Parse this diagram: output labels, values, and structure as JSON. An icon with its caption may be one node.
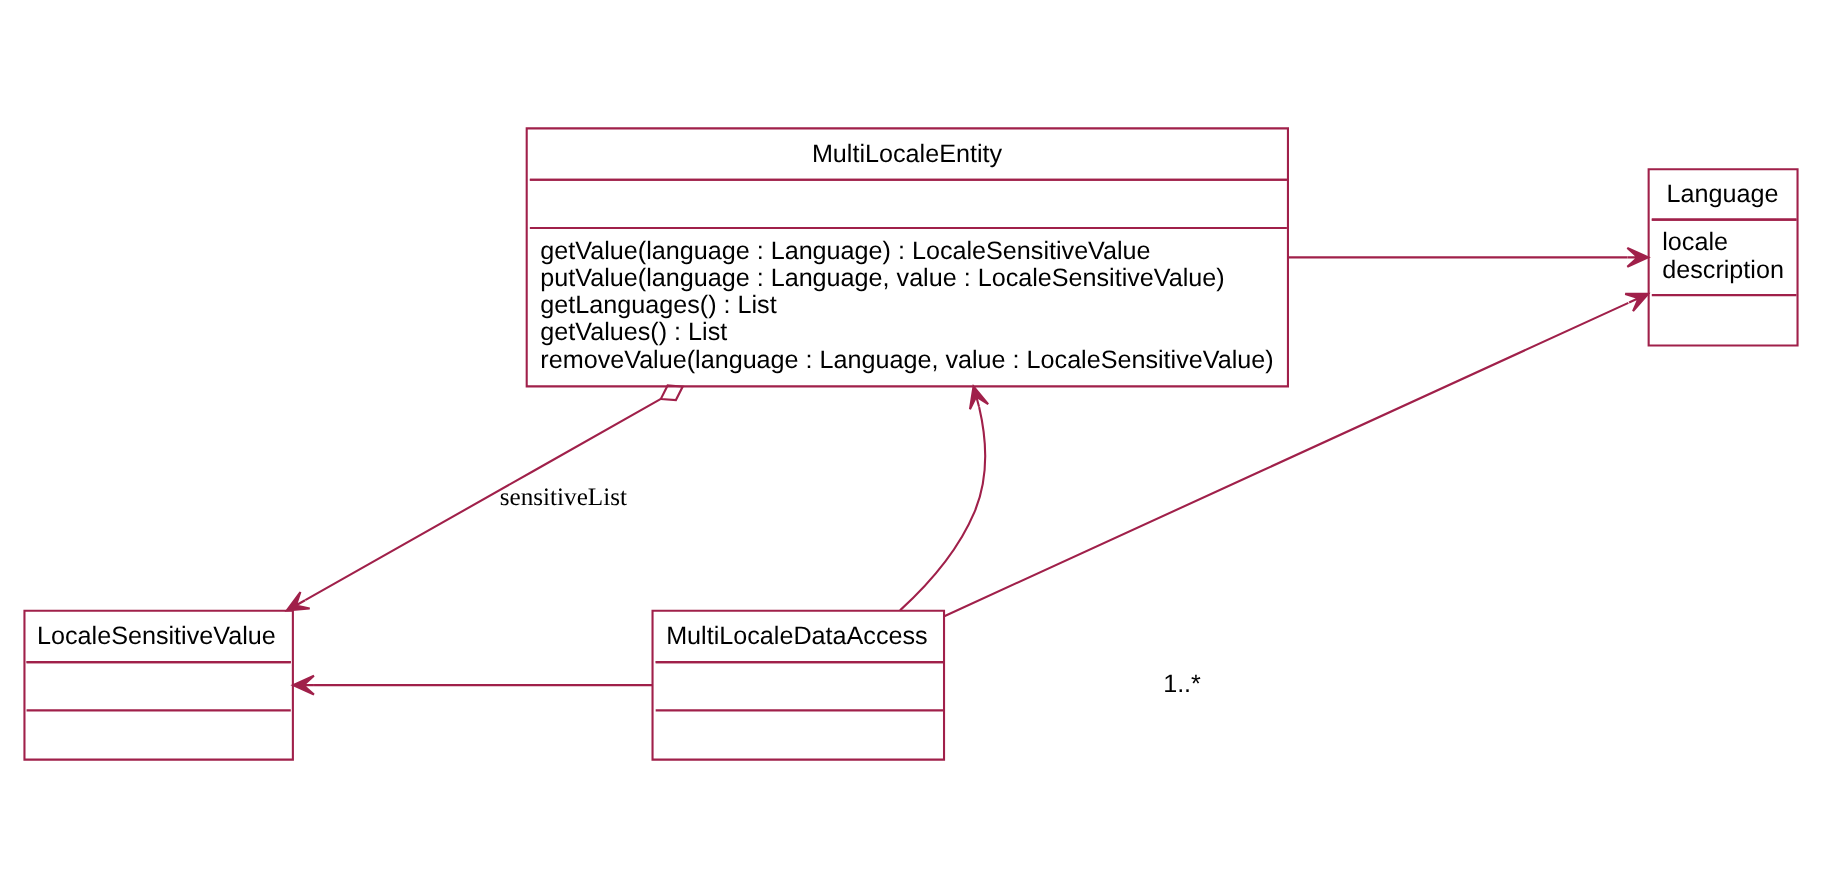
{
  "diagram": {
    "nodes": [
      {
        "text": [
          "MultiLocaleEntity",
          "getValue(language : Language) : LocaleSensitiveValue",
          "putValue(language : Language, value : LocaleSensitiveValue)",
          "getLanguages() : List",
          "getValues() : List",
          "removeValue(language : Language, value : LocaleSensitiveValue)"
        ]
      },
      {
        "text": [
          "Language",
          "locale",
          "description"
        ]
      },
      {
        "text": [
          "LocaleSensitiveValue"
        ]
      },
      {
        "text": [
          "MultiLocaleDataAccess"
        ]
      }
    ],
    "edges": [
      {
        "from": 0,
        "to": 1,
        "arrow": "to"
      },
      {
        "from": 0,
        "to": 2,
        "arrow": "to",
        "label": "sensitiveList"
      },
      {
        "from": 3,
        "to": 0,
        "arrow": "to"
      },
      {
        "from": 3,
        "to": 1,
        "arrow": "to"
      },
      {
        "from": 3,
        "to": 2,
        "arrow": "to"
      }
    ],
    "labels": [
      "1..*"
    ]
  }
}
